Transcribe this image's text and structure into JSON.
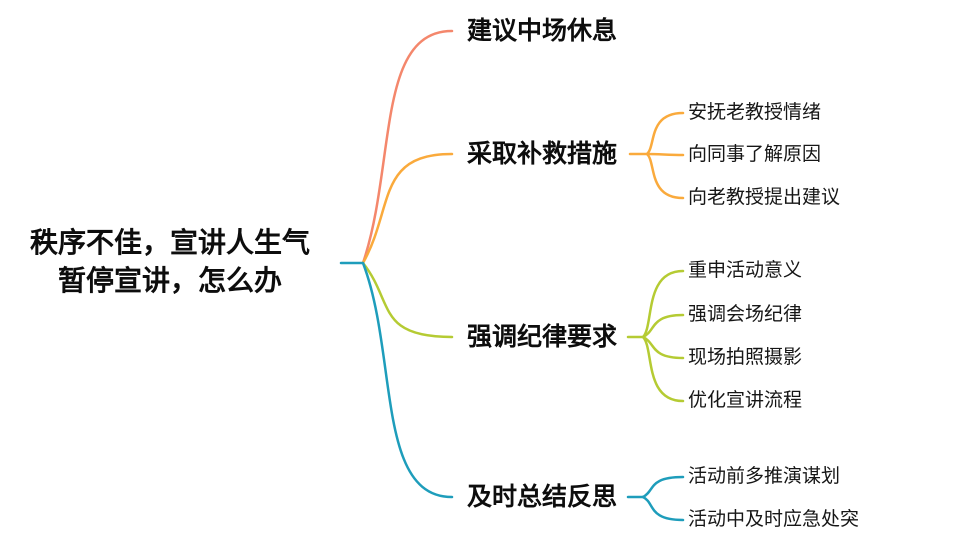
{
  "root": {
    "line1": "秩序不佳，宣讲人生气",
    "line2": "暂停宣讲，怎么办"
  },
  "branches": [
    {
      "label": "建议中场休息",
      "color": "#F4876C",
      "children": []
    },
    {
      "label": "采取补救措施",
      "color": "#FAAA3C",
      "children": [
        "安抚老教授情绪",
        "向同事了解原因",
        "向老教授提出建议"
      ]
    },
    {
      "label": "强调纪律要求",
      "color": "#B5CB33",
      "children": [
        "重申活动意义",
        "强调会场纪律",
        "现场拍照摄影",
        "优化宣讲流程"
      ]
    },
    {
      "label": "及时总结反思",
      "color": "#1E9DBB",
      "children": [
        "活动前多推演谋划",
        "活动中及时应急处突"
      ]
    }
  ]
}
